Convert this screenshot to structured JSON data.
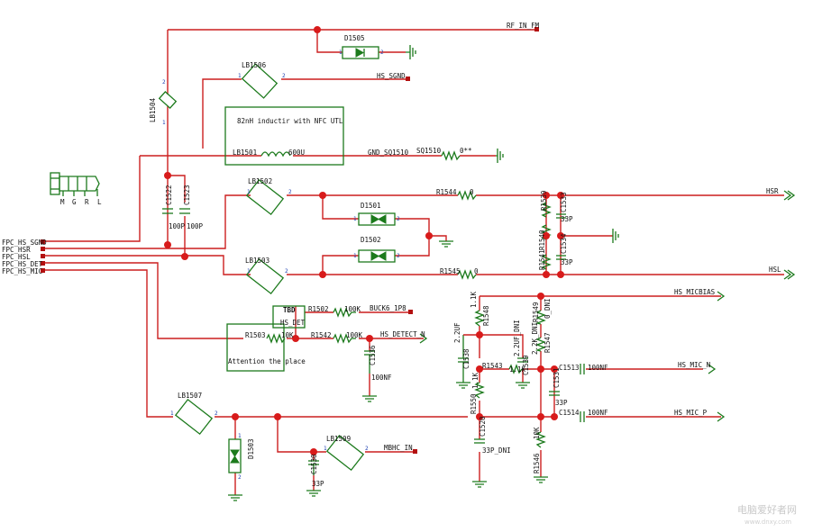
{
  "nets": {
    "rf_in_fm": "RF_IN_FM",
    "hs_sgnd": "HS_SGND",
    "gnd_sq": "GND_SQ1510",
    "hsr": "HSR",
    "hsl": "HSL",
    "hs_micbias": "HS_MICBIAS",
    "buck6": "BUCK6_1P8",
    "hs_detect_n": "HS_DETECT_N",
    "hs_mic_n": "HS_MIC_N",
    "hs_mic_p": "HS_MIC_P",
    "mbhc_in": "MBHC_IN",
    "hs_det": "HS_DET"
  },
  "fpc": {
    "labels": [
      "FPC_HS_SGND",
      "FPC_HSR",
      "FPC_HSL",
      "FPC_HS_DET",
      "FPC_HS_MIC"
    ]
  },
  "jack": {
    "pins": [
      "M",
      "G",
      "R",
      "L"
    ]
  },
  "notes": {
    "nfc": "82nH inductir with NFC UTL",
    "attention": "Attention the place"
  },
  "components": {
    "d1505": "D1505",
    "lb1506": "LB1506",
    "lb1504": "LB1504",
    "lb1501": "LB1501",
    "lb1501_val": "600U",
    "sq1510": "SQ1510",
    "sq1510_val": "0**",
    "c1522": "C1522",
    "c1523": "C1523",
    "c1522_val": "100P",
    "c1523_val": "100P",
    "lb1502": "LB1502",
    "lb1503": "LB1503",
    "d1501": "D1501",
    "d1502": "D1502",
    "r1544": "R1544",
    "r1544_val": "0",
    "r1545": "R1545",
    "r1545_val": "0",
    "r1539": "R1539",
    "r1540": "R1540",
    "r1541": "R1541",
    "c1533": "C1533",
    "c1534": "C1534",
    "c1533_val": "33P",
    "c1534_val": "33P",
    "tbd": "TBD",
    "r1502": "R1502",
    "r1502_val": "100K",
    "r1503": "R1503",
    "r1503_val": "10K",
    "r1542": "R1542",
    "r1542_val": "100K",
    "c1536": "C1536",
    "c1536_val": "100NF",
    "r1548": "R1548",
    "r1548_val": "1.1K",
    "c1538": "C1538",
    "c1538_val": "2.2UF",
    "c1539": "C1539",
    "c1539_val": "2.2UF_DNI",
    "r1549": "R1549",
    "r1549_val": "0_DNI",
    "r1547": "R1547",
    "r1547_val": "2.2K_DNI",
    "r1543": "R1543",
    "r1543_val": "1.1K",
    "r1550": "R1550",
    "r1550_val": "1.1K",
    "c1513": "C1513",
    "c1513_val": "100NF",
    "c1531": "C1531",
    "c1531_val": "33P",
    "c1514": "C1514",
    "c1514_val": "100NF",
    "c1520": "C1520",
    "c1520_val": "33P_DNI",
    "r1546": "R1546",
    "r1546_val": "10K",
    "lb1507": "LB1507",
    "d1503": "D1503",
    "lb1509": "LB1509",
    "c1530": "C1530",
    "c1530_val": "33P"
  },
  "pin_nums": {
    "one": "1",
    "two": "2"
  },
  "watermark": {
    "cn": "电脑爱好者网",
    "url": "www.dnxy.com"
  },
  "colors": {
    "wire": "#cc1f1f",
    "component": "#1c7a1c",
    "junction": "#d81b1b"
  }
}
